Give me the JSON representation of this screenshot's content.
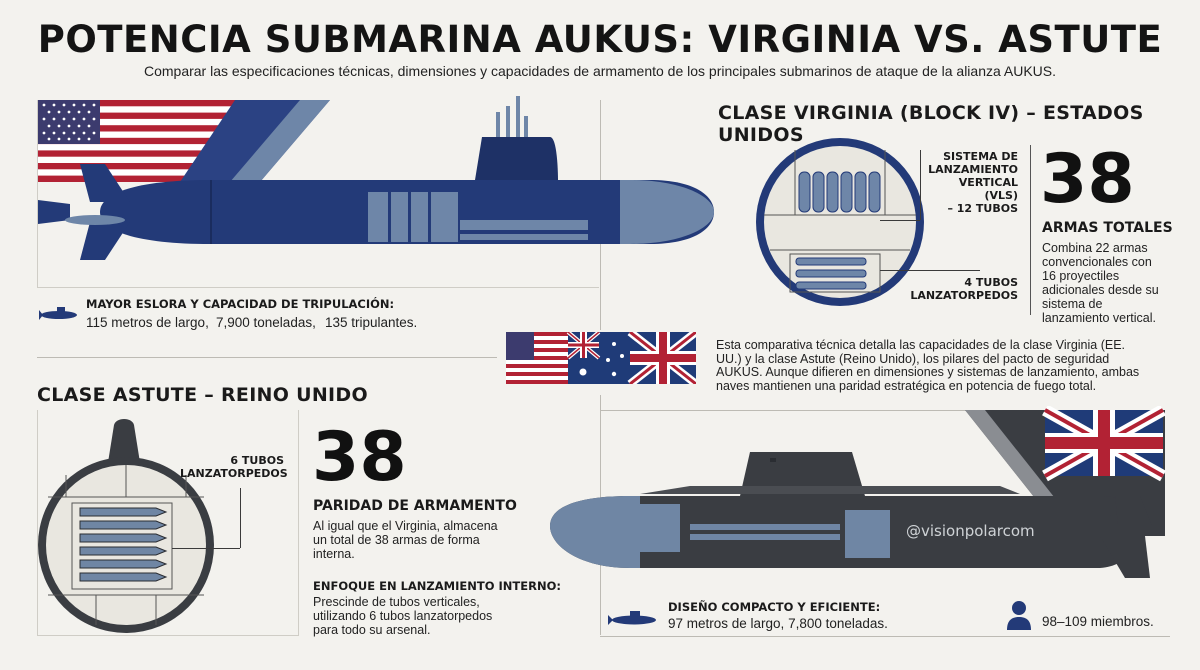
{
  "title": "POTENCIA SUBMARINA AUKUS: VIRGINIA VS. ASTUTE",
  "subtitle": "Comparar las especificaciones técnicas, dimensiones y capacidades de armamento de los principales submarinos de ataque de la alianza AUKUS.",
  "virginia": {
    "section_title": "CLASE VIRGINIA (BLOCK IV) – ESTADOS UNIDOS",
    "vls_label": "SISTEMA DE LANZAMIENTO VERTICAL (VLS) – 12 TUBOS",
    "vls_lines": [
      "SISTEMA DE",
      "LANZAMIENTO",
      "VERTICAL (VLS)",
      "– 12 TUBOS"
    ],
    "torpedo_label": "4 TUBOS LANZATORPEDOS",
    "torpedo_lines": [
      "4 TUBOS",
      "LANZATORPEDOS"
    ],
    "weapons_number": "38",
    "weapons_title": "ARMAS TOTALES",
    "weapons_desc": "Combina 22 armas convencionales con 16 proyectiles adicionales desde su sistema de lanzamiento vertical.",
    "spec_title": "MAYOR ESLORA Y CAPACIDAD DE TRIPULACIÓN:",
    "spec_length": "115 metros de largo,",
    "spec_tonnage": "7,900 toneladas,",
    "spec_crew": "135 tripulantes."
  },
  "center": {
    "description": "Esta comparativa técnica detalla las capacidades de la clase Virginia (EE. UU.) y la clase Astute (Reino Unido), los pilares del pacto de seguridad AUKUS. Aunque difieren en dimensiones y sistemas de lanzamiento, ambas naves mantienen una paridad estratégica en potencia de fuego total."
  },
  "astute": {
    "section_title": "CLASE ASTUTE – REINO UNIDO",
    "torpedo_label": "6 TUBOS LANZATORPEDOS",
    "torpedo_lines": [
      "6 TUBOS",
      "LANZATORPEDOS"
    ],
    "weapons_number": "38",
    "weapons_title": "PARIDAD DE ARMAMENTO",
    "weapons_desc": "Al igual que el Virginia, almacena un total de 38 armas de forma interna.",
    "internal_title": "ENFOQUE EN LANZAMIENTO INTERNO:",
    "internal_desc": "Prescinde de tubos verticales, utilizando 6 tubos lanzatorpedos para todo su arsenal.",
    "spec_title": "DISEÑO COMPACTO Y EFICIENTE:",
    "spec_text": "97 metros de largo, 7,800 toneladas.",
    "crew_text": "98–109 miembros."
  },
  "watermark": "@visionpolarcom",
  "icons": {
    "us_flag": "us-flag-icon",
    "uk_flag": "uk-flag-icon",
    "au_flag": "australia-flag-icon",
    "submarine": "submarine-icon",
    "person": "person-icon"
  },
  "colors": {
    "virginia_hull": "#233a78",
    "virginia_accent": "#6e86a8",
    "astute_hull": "#3a3d42",
    "astute_accent": "#6f86a4",
    "us_red": "#b22234",
    "uk_blue": "#1f3b78"
  }
}
